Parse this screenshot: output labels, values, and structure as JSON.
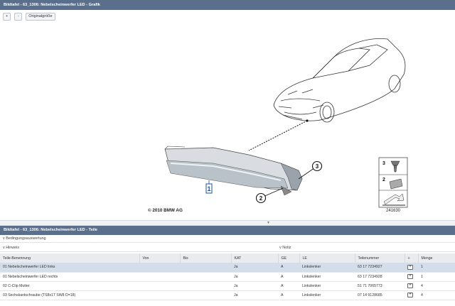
{
  "graphic_panel": {
    "title": "Bildtafel - 63_1306: Nebelscheinwerfer LED - Grafik",
    "zoom_in_label": "+",
    "zoom_out_label": "-",
    "original_size_label": "Originalgröße",
    "callouts": [
      "1",
      "2",
      "3"
    ],
    "legend_numbers": [
      "3",
      "2"
    ],
    "image_number": "241630",
    "copyright": "© 2010 BMW AG"
  },
  "parts_panel": {
    "title": "Bildtafel - 63_1306: Nebelscheinwerfer LED - Teile",
    "conditions_label": "Bedingungsauswertung",
    "notes_label": "Hinweis",
    "memo_label": "Notiz",
    "columns": [
      "Teile-Benennung",
      "Von",
      "Bis",
      "KAT",
      "GE",
      "LE",
      "Teilenummer",
      "+",
      "Menge"
    ],
    "rows": [
      {
        "name": "01 Nebelscheinwerfer LED links",
        "von": "",
        "bis": "",
        "kat": "Ja",
        "ge": "A",
        "le": "Linkslenker",
        "nr": "63 17 7234927",
        "qty": "1",
        "selected": true
      },
      {
        "name": "01 Nebelscheinwerfer LED rechts",
        "von": "",
        "bis": "",
        "kat": "Ja",
        "ge": "A",
        "le": "Linkslenker",
        "nr": "63 17 7234928",
        "qty": "1",
        "selected": false
      },
      {
        "name": "02 C-Clip Mutter",
        "von": "",
        "bis": "",
        "kat": "Ja",
        "ge": "A",
        "le": "Linkslenker",
        "nr": "51 71 7065773",
        "qty": "4",
        "selected": false
      },
      {
        "name": "03 Sechskantschraube (TS8x17 SW8 D=18)",
        "von": "",
        "bis": "",
        "kat": "Ja",
        "ge": "A",
        "le": "Linkslenker",
        "nr": "07 14 9128685",
        "qty": "4",
        "selected": false
      }
    ],
    "cart_icon_glyph": "+"
  },
  "colors": {
    "titlebar": "#5a6f8c",
    "selected_row": "#d4deea",
    "callout_1": "#1d4f9a"
  }
}
